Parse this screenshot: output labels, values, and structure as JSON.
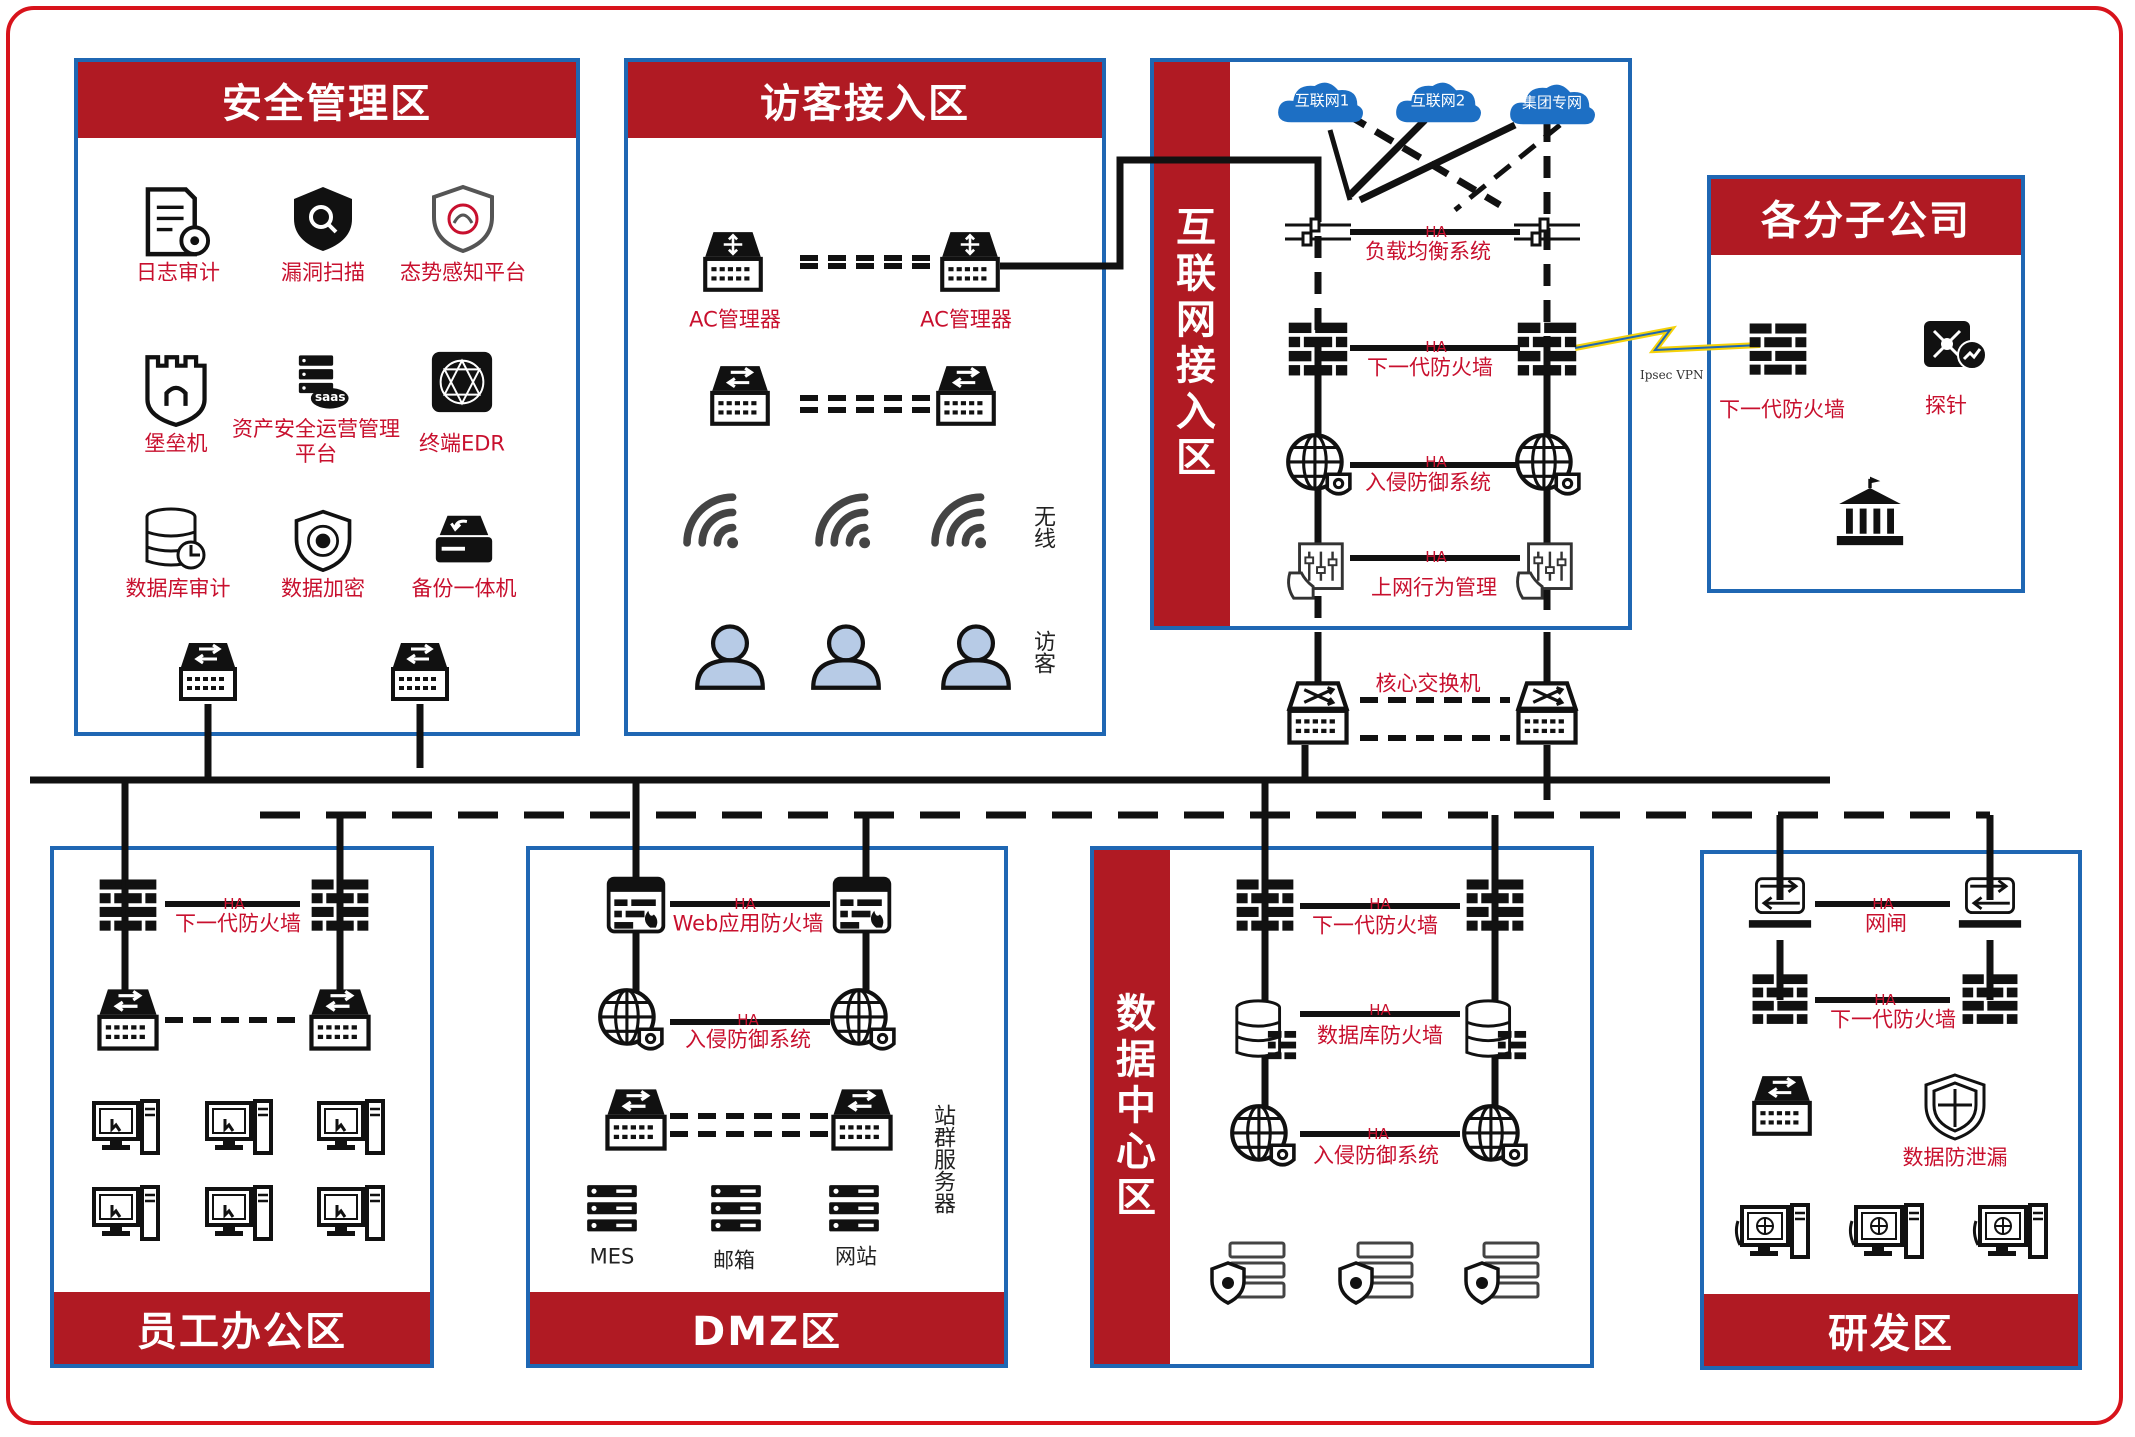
{
  "zones": {
    "security": "安全管理区",
    "guest": "访客接入区",
    "internet": "互联网接入区",
    "branch": "各分子公司",
    "office": "员工办公区",
    "dmz": "DMZ区",
    "datacenter": "数据中心区",
    "rnd": "研发区"
  },
  "security": {
    "log_audit": "日志审计",
    "vuln_scan": "漏洞扫描",
    "situation": "态势感知平台",
    "bastion": "堡垒机",
    "asset_mgmt": "资产安全运营管理平台",
    "saas": "saas",
    "edr": "终端EDR",
    "db_audit": "数据库审计",
    "data_encrypt": "数据加密",
    "backup": "备份一体机"
  },
  "guest": {
    "ac1": "AC管理器",
    "ac2": "AC管理器",
    "wireless": "无线",
    "visitor": "访客"
  },
  "internet": {
    "cloud1": "互联网1",
    "cloud2": "互联网2",
    "cloud3": "集团专网",
    "ha": "HA",
    "lb": "负载均衡系统",
    "ngfw": "下一代防火墙",
    "ips": "入侵防御系统",
    "behavior": "上网行为管理"
  },
  "branch": {
    "ngfw": "下一代防火墙",
    "probe": "探针",
    "vpn": "Ipsec VPN"
  },
  "core": {
    "label": "核心交换机"
  },
  "office": {
    "ha": "HA",
    "ngfw": "下一代防火墙"
  },
  "dmz": {
    "ha": "HA",
    "waf": "Web应用防火墙",
    "ips": "入侵防御系统",
    "servers": "站群服务器",
    "mes": "MES",
    "mail": "邮箱",
    "web": "网站"
  },
  "datacenter": {
    "ha": "HA",
    "ngfw": "下一代防火墙",
    "dbfw": "数据库防火墙",
    "ips": "入侵防御系统"
  },
  "rnd": {
    "ha": "HA",
    "gap": "网闸",
    "ngfw": "下一代防火墙",
    "dlp": "数据防泄漏"
  }
}
